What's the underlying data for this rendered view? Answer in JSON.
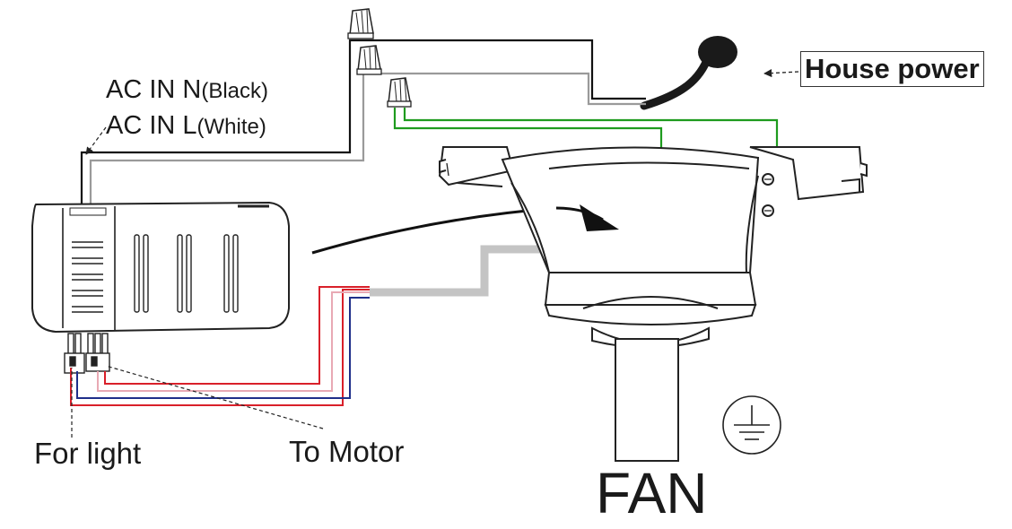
{
  "labels": {
    "ac_in_n_main": "AC IN N",
    "ac_in_n_color": "(Black)",
    "ac_in_l_main": "AC IN L",
    "ac_in_l_color": "(White)",
    "house_power": "House power",
    "for_light": "For light",
    "to_motor": "To Motor",
    "fan": "FAN"
  },
  "icons": {
    "ground": "ground-symbol-icon",
    "wire_nut": "wire-nut-icon",
    "receiver": "receiver-module-icon",
    "bracket": "mounting-bracket-icon"
  },
  "colors": {
    "neutral_wire": "#111111",
    "line_wire": "#9a9a9a",
    "ground_wire": "#1e9b1e",
    "red_wire": "#d9202a",
    "pink_wire": "#e8a9b4",
    "blue_wire": "#1f2f8a",
    "motor_bundle": "#c4c4c4"
  }
}
